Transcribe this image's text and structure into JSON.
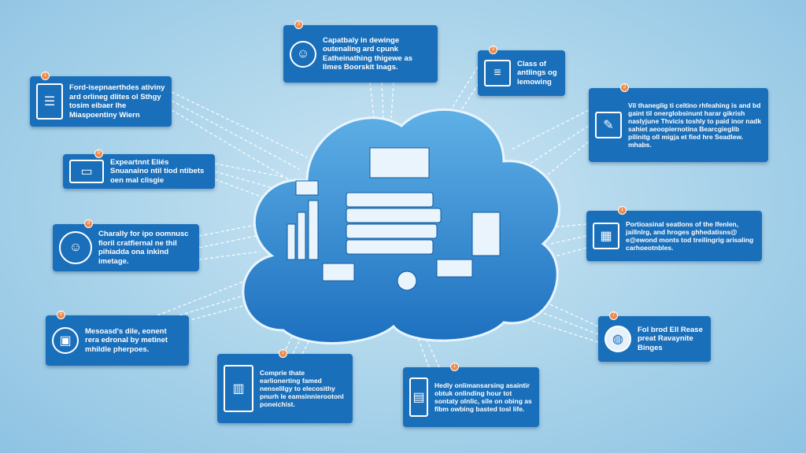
{
  "colors": {
    "box": "#1a6fba",
    "cloud": "#2a86cf",
    "badge": "#f08a4b",
    "background": "#a9d3ea"
  },
  "boxes": [
    {
      "id": "top-center",
      "badge": "3",
      "icon": "robot-icon",
      "text": "Capatbaly in dewinge outenaling ard cpunk Eatheinathing thigewe as Ilmes Boorskit Inags."
    },
    {
      "id": "top-right",
      "badge": "3",
      "icon": "document-icon",
      "text": "Class of antlings og lemowing"
    },
    {
      "id": "right-upper",
      "badge": "2",
      "icon": "monitor-chart-icon",
      "text": "Vil thaneglig ti celtino rhfeahing is and bd gaint til onerglobsinunt harar gikrish naslyjune Thvicis toshly to paid inor nadk sahiet aeoopiernotina Bearcgieglib pilinitg oll migja et fied hre Seadlew. mhabs."
    },
    {
      "id": "right-mid",
      "badge": "1",
      "icon": "dashboard-icon",
      "text": "Portioasinal seatlons of the lfenlen, jaillnlrg, and hroges ghhedatisns@ e@ewond monts tod treilingrig arisaling carhoeotnbles."
    },
    {
      "id": "right-lower",
      "badge": "7",
      "icon": "globe-icon",
      "text": "Fol brod Ell Rease preat Ravaynite Binges"
    },
    {
      "id": "bottom-right",
      "badge": "1",
      "icon": "server-icon",
      "text": "Hedly onlimansarsing asaintir obtuk onlinding hour tot sontaty olnlic, sile on obing as flbm owbing basted tosl life."
    },
    {
      "id": "bottom-left",
      "badge": "1",
      "icon": "computer-tower-icon",
      "text": "Comprie thate earlionerting famed nenselilgy to elecosithy pnurh le eamsinnierootonl poneichist."
    },
    {
      "id": "left-lower",
      "badge": "5",
      "icon": "books-icon",
      "text": "Mesoasd's dile, eonent rera edronal by metinet mhildle pherpoes."
    },
    {
      "id": "left-mid",
      "badge": "4",
      "icon": "smiley-icon",
      "text": "Charally for ipo oomnusc fioril cratfiernal ne thil pihiadda ona inkind imetage."
    },
    {
      "id": "left-upper-mid",
      "badge": "8",
      "icon": "laptop-icon",
      "text": "Expeartnnt Eliés Snuanaino ntil tiod ntibets oen mal clisgie"
    },
    {
      "id": "left-top",
      "badge": "1",
      "icon": "list-icon",
      "text": "Ford-isepnaerthdes ativiny ard orlineg dlites ol Sthgy tosim eibaer Ihe Miaspoentiny Wiern"
    }
  ]
}
